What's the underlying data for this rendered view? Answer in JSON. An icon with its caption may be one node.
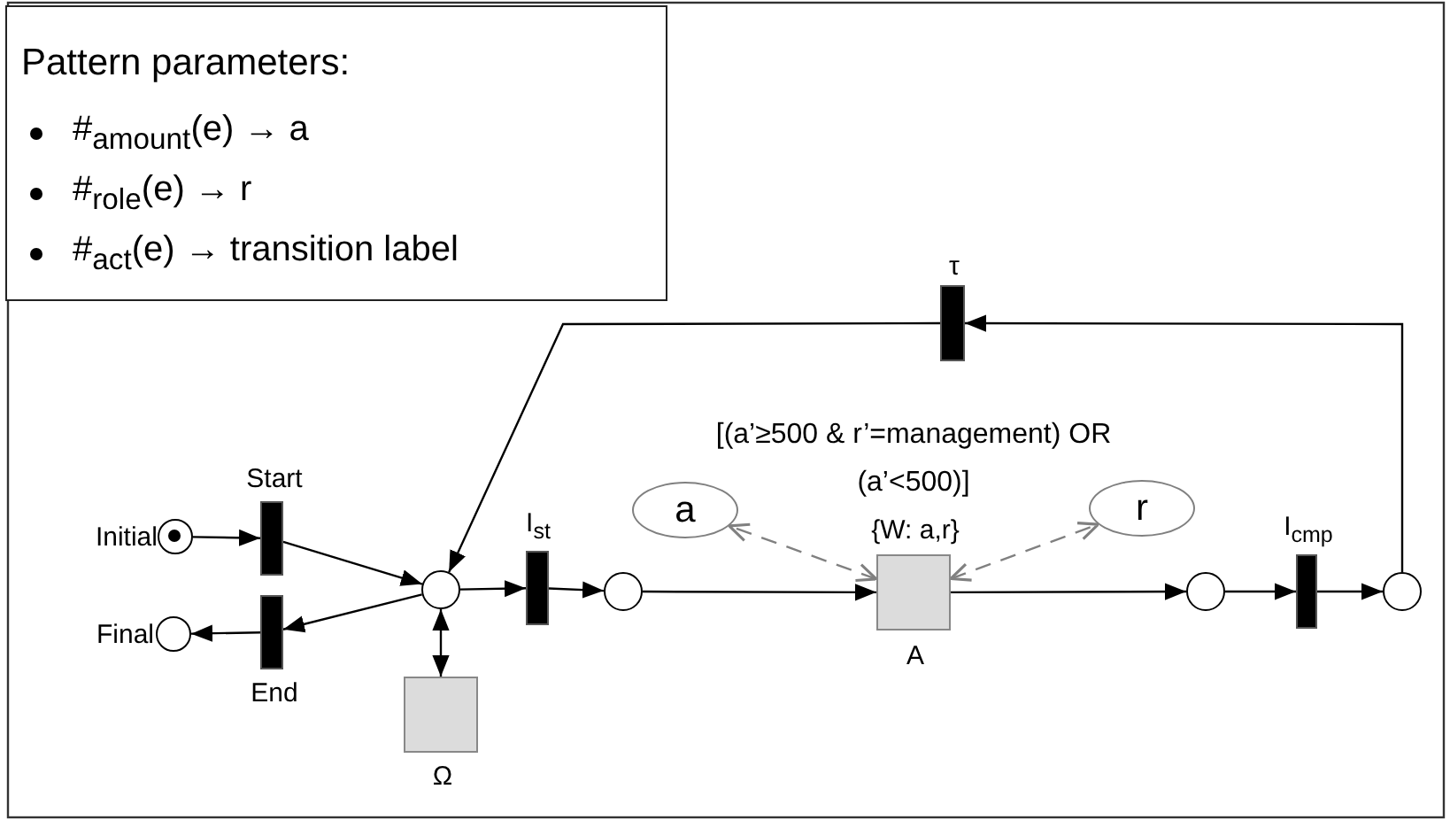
{
  "diagram": {
    "nodes": [
      {
        "text": [
          "Pattern parameters:",
          "#$_{amount}$(e) → a",
          "#$_{role}$(e) → r",
          "#$_{act}$(e) → transition label"
        ]
      },
      {
        "text": [],
        "shape": "circle",
        "beside": [
          "Initial"
        ]
      },
      {
        "text": [],
        "shape": "bar",
        "beside": [
          "Start"
        ]
      },
      {
        "text": [],
        "shape": "circle",
        "beside": [
          "Final"
        ]
      },
      {
        "text": [],
        "shape": "bar",
        "beside": [
          "End"
        ]
      },
      {
        "text": [],
        "shape": "circle"
      },
      {
        "text": [],
        "shape": "box",
        "beside": [
          "Ω"
        ]
      },
      {
        "text": [],
        "shape": "bar",
        "beside": [
          "I$_{st}$"
        ]
      },
      {
        "text": [],
        "shape": "circle"
      },
      {
        "text": [
          "a"
        ]
      },
      {
        "text": [],
        "shape": "box",
        "beside": [
          "{W: a,r}",
          "A"
        ]
      },
      {
        "text": [
          "r"
        ]
      },
      {
        "text": [],
        "shape": "circle"
      },
      {
        "text": [],
        "shape": "bar",
        "beside": [
          "I$_{cmp}$"
        ]
      },
      {
        "text": [],
        "shape": "circle"
      },
      {
        "text": [],
        "shape": "bar",
        "beside": [
          "τ"
        ]
      }
    ],
    "edges": [
      {
        "from": 1,
        "to": 2,
        "arrow": "to"
      },
      {
        "from": 2,
        "to": 5,
        "arrow": "to"
      },
      {
        "from": 5,
        "to": 4,
        "arrow": "to"
      },
      {
        "from": 4,
        "to": 3,
        "arrow": "to"
      },
      {
        "from": 5,
        "to": 6,
        "arrow": "both"
      },
      {
        "from": 15,
        "to": 5,
        "arrow": "to"
      },
      {
        "from": 5,
        "to": 7,
        "arrow": "to"
      },
      {
        "from": 7,
        "to": 8,
        "arrow": "to"
      },
      {
        "from": 8,
        "to": 10,
        "arrow": "to"
      },
      {
        "from": 10,
        "to": 9,
        "arrow": "both",
        "style": "dashed",
        "color": "#808080"
      },
      {
        "from": 10,
        "to": 11,
        "arrow": "both",
        "style": "dashed",
        "color": "#808080"
      },
      {
        "from": 10,
        "to": 12,
        "arrow": "to"
      },
      {
        "from": 12,
        "to": 13,
        "arrow": "to"
      },
      {
        "from": 13,
        "to": 14,
        "arrow": "to"
      },
      {
        "from": 14,
        "to": 15,
        "arrow": "to"
      }
    ],
    "labels": [
      "[(a’≥500 & r’=management) OR (a’<500)]"
    ]
  }
}
